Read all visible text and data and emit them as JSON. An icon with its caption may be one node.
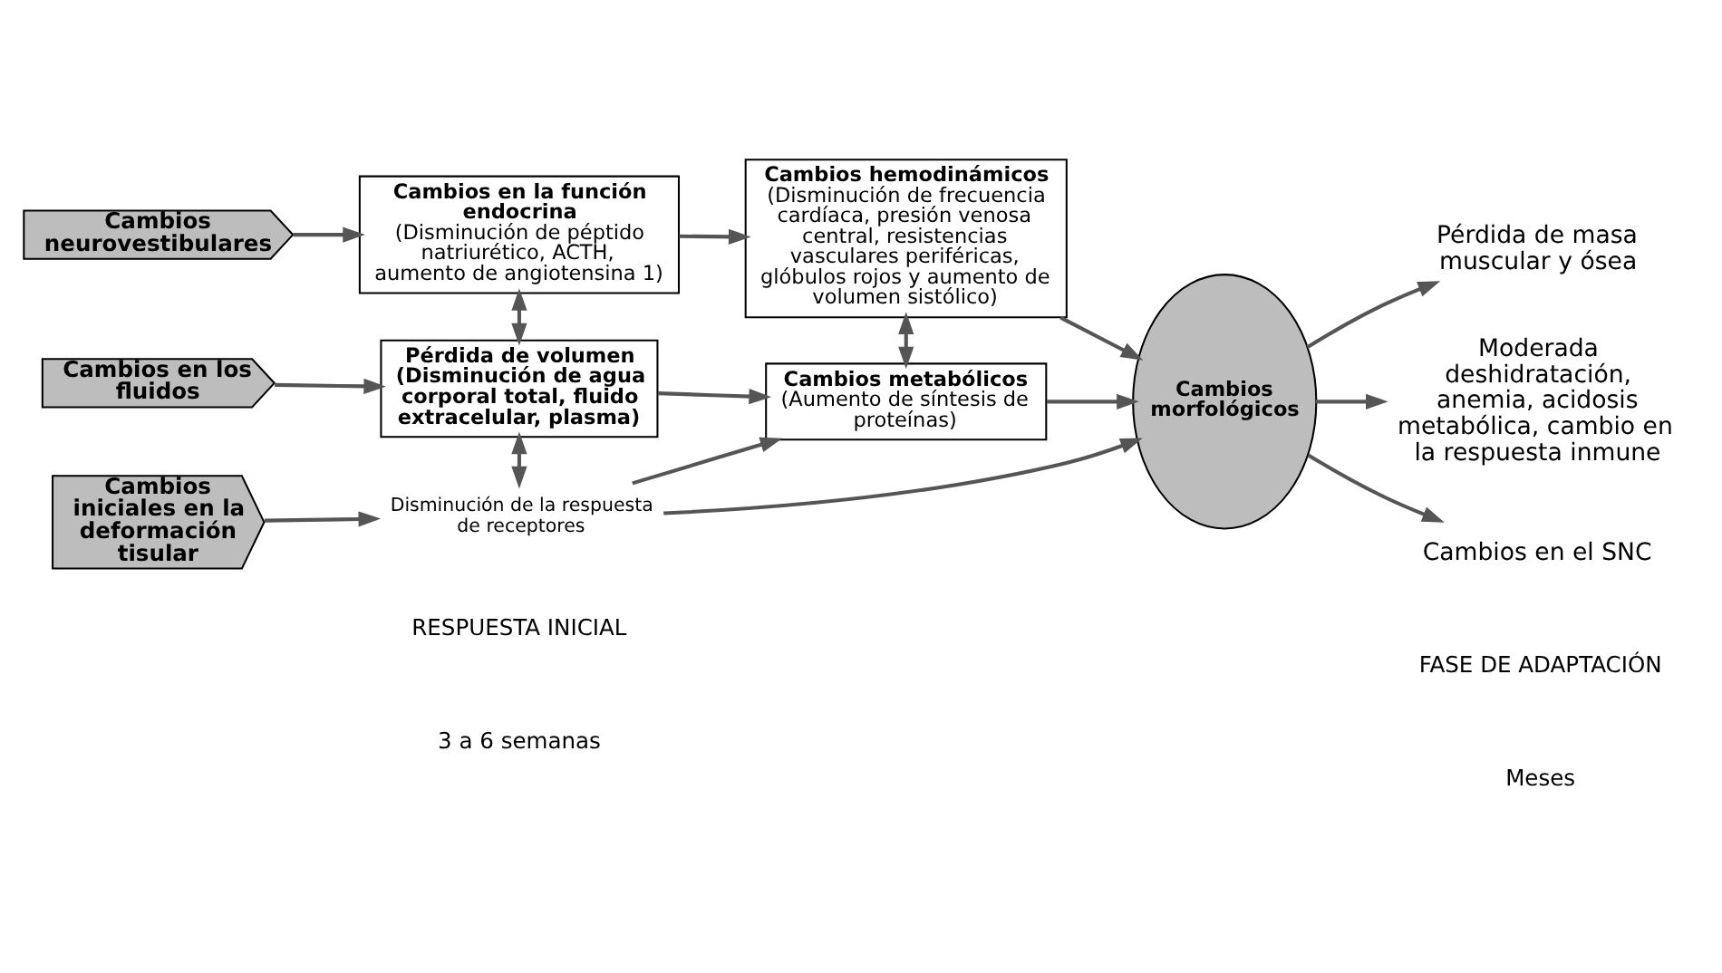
{
  "diagram": {
    "nodes": [
      {
        "text": [
          "Cambios neurovestibulares"
        ]
      },
      {
        "text": [
          "Cambios en la función endocrina",
          "(Disminución de péptido natriurético, ACTH, aumento de angiotensina 1)"
        ]
      },
      {
        "text": [
          "Cambios hemodinámicos",
          "(Disminución de frecuencia cardíaca, presión venosa central, resistencias vasculares periféricas, glóbulos rojos y aumento de volumen sistólico)"
        ]
      },
      {
        "text": [
          "Cambios en los fluidos"
        ]
      },
      {
        "text": [
          "Pérdida de volumen",
          "(Disminución de agua corporal total, fluido extracelular, plasma)"
        ]
      },
      {
        "text": [
          "Cambios metabólicos",
          "(Aumento de síntesis de proteínas)"
        ]
      },
      {
        "text": [
          "Cambios morfológicos"
        ]
      },
      {
        "text": [
          "Cambios iniciales en la deformación tisular"
        ]
      },
      {
        "text": [
          "Disminución de la respuesta de receptores"
        ]
      },
      {
        "text": [
          "Pérdida de masa muscular y ósea"
        ]
      },
      {
        "text": [
          "Moderada deshidratación, anemia, acidosis metabólica, cambio en la respuesta inmune"
        ]
      },
      {
        "text": [
          "Cambios en el SNC"
        ]
      }
    ],
    "edges": [
      {
        "from": 0,
        "to": 1,
        "arrow": "to"
      },
      {
        "from": 1,
        "to": 2,
        "arrow": "to"
      },
      {
        "from": 2,
        "to": 6,
        "arrow": "to"
      },
      {
        "from": 1,
        "to": 4,
        "arrow": "both"
      },
      {
        "from": 2,
        "to": 5,
        "arrow": "both"
      },
      {
        "from": 3,
        "to": 4,
        "arrow": "to"
      },
      {
        "from": 4,
        "to": 5,
        "arrow": "to"
      },
      {
        "from": 5,
        "to": 6,
        "arrow": "to"
      },
      {
        "from": 4,
        "to": 8,
        "arrow": "both"
      },
      {
        "from": 7,
        "to": 8,
        "arrow": "to"
      },
      {
        "from": 8,
        "to": 5,
        "arrow": "to"
      },
      {
        "from": 8,
        "to": 6,
        "arrow": "to"
      },
      {
        "from": 6,
        "to": 9,
        "arrow": "to"
      },
      {
        "from": 6,
        "to": 10,
        "arrow": "to"
      },
      {
        "from": 6,
        "to": 11,
        "arrow": "to"
      }
    ],
    "labels": [
      "RESPUESTA INICIAL",
      "3 a 6 semanas",
      "FASE DE ADAPTACIÓN",
      "Meses"
    ]
  }
}
